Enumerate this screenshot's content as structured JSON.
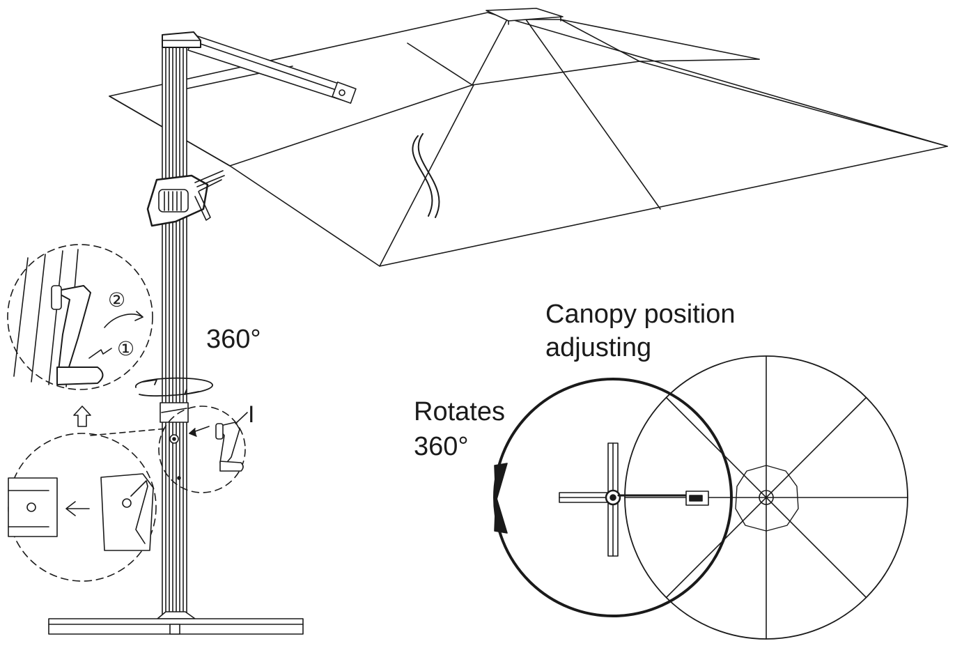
{
  "labels": {
    "pole_rotation": "360°",
    "canopy_title_line1": "Canopy position",
    "canopy_title_line2": "adjusting",
    "rotates_line1": "Rotates",
    "rotates_line2": "360°",
    "part_marker": "I",
    "step_one": "①",
    "step_two": "②"
  },
  "colors": {
    "line": "#1a1a1a",
    "background": "#ffffff"
  }
}
